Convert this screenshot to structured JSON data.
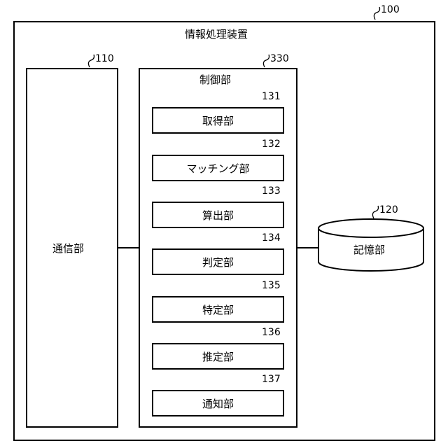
{
  "device": {
    "title": "情報処理装置",
    "ref": "100"
  },
  "communication": {
    "label": "通信部",
    "ref": "110"
  },
  "control": {
    "label": "制御部",
    "ref": "330",
    "units": [
      {
        "label": "取得部",
        "ref": "131"
      },
      {
        "label": "マッチング部",
        "ref": "132"
      },
      {
        "label": "算出部",
        "ref": "133"
      },
      {
        "label": "判定部",
        "ref": "134"
      },
      {
        "label": "特定部",
        "ref": "135"
      },
      {
        "label": "推定部",
        "ref": "136"
      },
      {
        "label": "通知部",
        "ref": "137"
      }
    ]
  },
  "storage": {
    "label": "記憶部",
    "ref": "120"
  }
}
